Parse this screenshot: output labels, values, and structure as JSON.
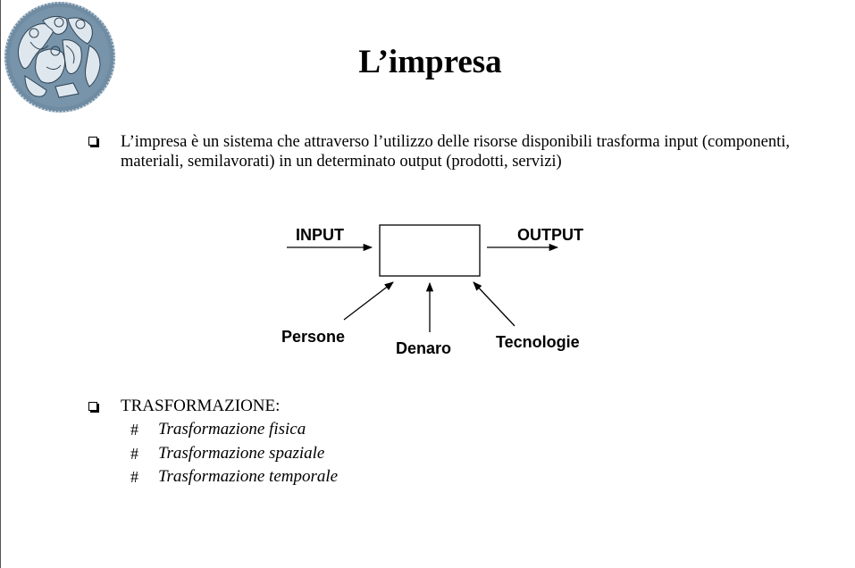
{
  "slide": {
    "title": "L’impresa",
    "intro": "L’impresa è un sistema che attraverso l’utilizzo delle risorse disponibili trasforma input (componenti, materiali, semilavorati) in un determinato output (prodotti, servizi)",
    "diagram": {
      "input": "INPUT",
      "output": "OUTPUT",
      "resources": [
        "Persone",
        "Denaro",
        "Tecnologie"
      ]
    },
    "section": {
      "label": "TRASFORMAZIONE:",
      "bullet_symbol": "#",
      "items": [
        "Trasformazione fisica",
        "Trasformazione spaziale",
        "Trasformazione temporale"
      ]
    }
  },
  "colors": {
    "logo": "#6f8ca3",
    "text": "#000000"
  },
  "icons": {
    "logo": "university-seal-icon",
    "bullet": "square-bullet-icon"
  }
}
